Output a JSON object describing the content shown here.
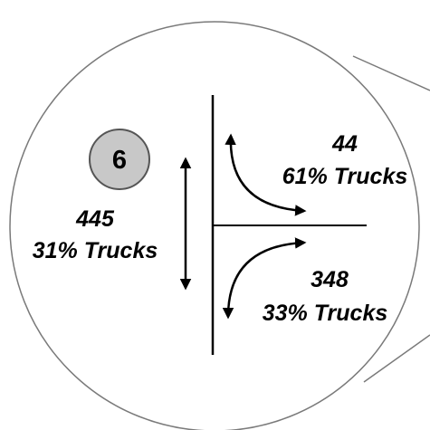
{
  "intersection": {
    "node_number": "6",
    "approaches": [
      {
        "id": "north_south",
        "volume": "445",
        "trucks": "31% Trucks"
      },
      {
        "id": "northeast_turn",
        "volume": "44",
        "trucks": "61% Trucks"
      },
      {
        "id": "southeast_turn",
        "volume": "348",
        "trucks": "33% Trucks"
      }
    ]
  },
  "colors": {
    "circle_stroke": "#7a7a7a",
    "badge_fill": "#c8c8c8",
    "badge_stroke": "#555555",
    "line": "#000000"
  }
}
